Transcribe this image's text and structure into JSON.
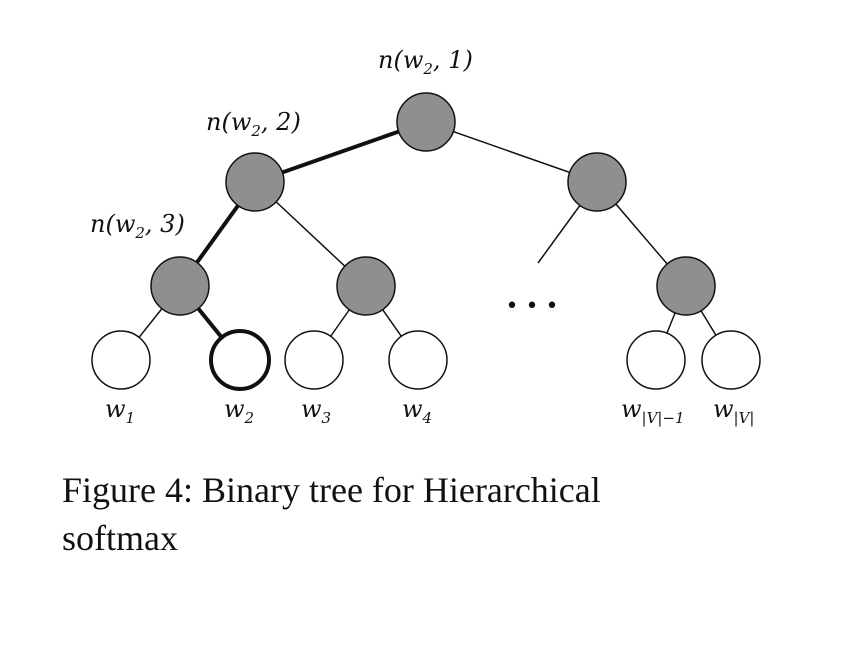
{
  "colors": {
    "internal_node_fill": "#8f8f8f",
    "leaf_fill": "#ffffff",
    "stroke": "#111111"
  },
  "tree": {
    "internal_nodes": [
      {
        "id": "root",
        "label": "n(w",
        "sub": "2",
        "tail": ", 1)"
      },
      {
        "id": "left",
        "label": "n(w",
        "sub": "2",
        "tail": ", 2)"
      },
      {
        "id": "ll",
        "label": "n(w",
        "sub": "2",
        "tail": ", 3)"
      },
      {
        "id": "lr"
      },
      {
        "id": "right"
      },
      {
        "id": "rr"
      }
    ],
    "leaves": [
      {
        "id": "w1",
        "base": "w",
        "sub": "1"
      },
      {
        "id": "w2",
        "base": "w",
        "sub": "2",
        "highlighted": true
      },
      {
        "id": "w3",
        "base": "w",
        "sub": "3"
      },
      {
        "id": "w4",
        "base": "w",
        "sub": "4"
      },
      {
        "id": "wv1",
        "base": "w",
        "sub": "|V|−1"
      },
      {
        "id": "wv",
        "base": "w",
        "sub": "|V|"
      }
    ],
    "highlighted_path": [
      "root",
      "left",
      "ll",
      "w2"
    ],
    "ellipsis": "• • •"
  },
  "caption": {
    "line1": "Figure 4: Binary tree for Hierarchical",
    "line2": "softmax"
  }
}
